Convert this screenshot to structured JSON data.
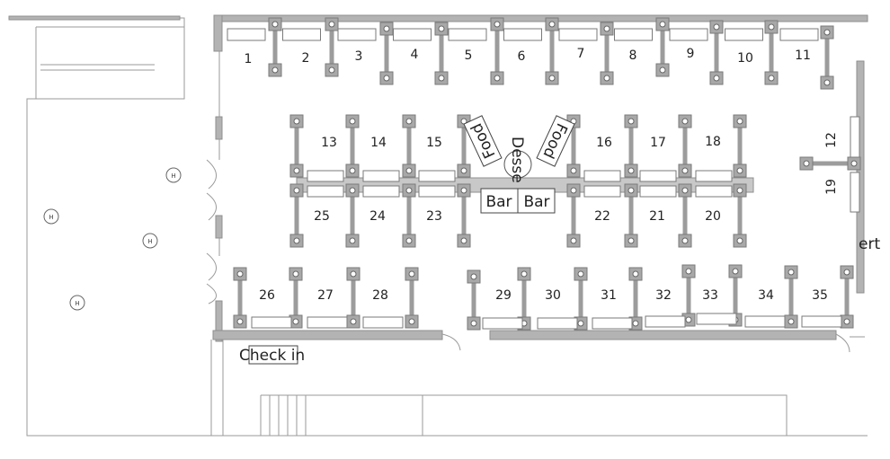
{
  "tables": [
    "1",
    "2",
    "3",
    "4",
    "5",
    "6",
    "7",
    "8",
    "9",
    "10",
    "11",
    "12",
    "13",
    "14",
    "15",
    "16",
    "17",
    "18",
    "19",
    "20",
    "21",
    "22",
    "23",
    "24",
    "25",
    "26",
    "27",
    "28",
    "29",
    "30",
    "31",
    "32",
    "33",
    "34",
    "35"
  ],
  "stations": {
    "food_left": "Food",
    "food_right": "Food",
    "dessert": "Desse",
    "bar_left": "Bar",
    "bar_right": "Bar",
    "check_in": "Check in",
    "dessert_right_fragment": "ert"
  },
  "heaters": [
    "H",
    "H",
    "H",
    "H"
  ],
  "colors": {
    "wall": "#b3b3b3",
    "post": "#a8a8a8",
    "line": "#9a9a9a"
  }
}
